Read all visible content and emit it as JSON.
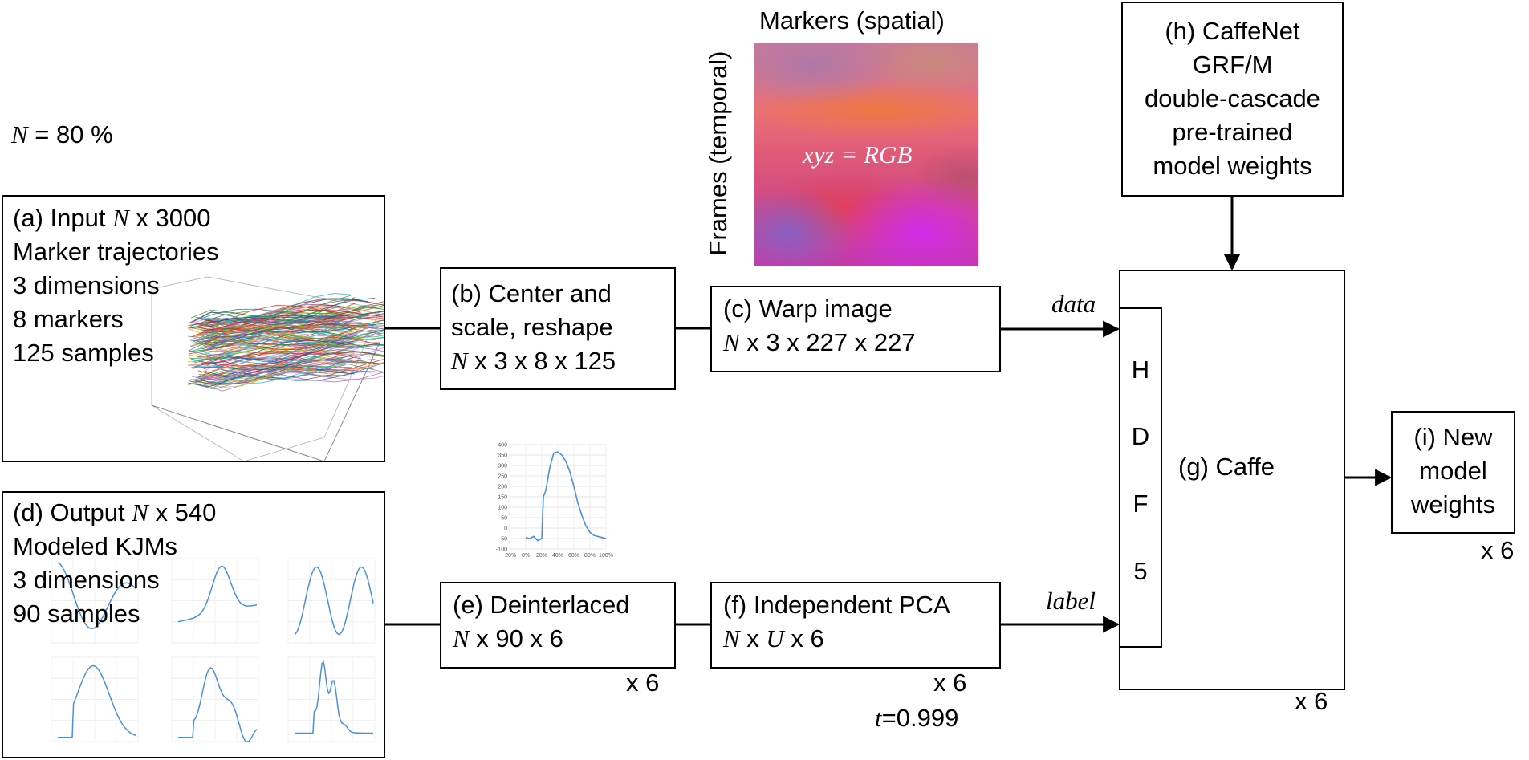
{
  "n_label": {
    "var": "N",
    "rest": " = 80 %"
  },
  "box_a": {
    "title_pre": "(a) Input ",
    "title_var": "N",
    "title_post": " x 3000",
    "lines": [
      "Marker trajectories",
      "3 dimensions",
      "8 markers",
      "125 samples"
    ]
  },
  "box_b": {
    "lines": [
      "(b) Center and",
      "scale, reshape"
    ],
    "dims_var": "N",
    "dims_post": " x 3 x 8 x 125"
  },
  "box_c": {
    "title": "(c) Warp image",
    "dims_var": "N",
    "dims_post": " x 3 x 227 x 227"
  },
  "box_d": {
    "title_pre": "(d) Output ",
    "title_var": "N",
    "title_post": " x 540",
    "lines": [
      "Modeled KJMs",
      "3 dimensions",
      "90 samples"
    ]
  },
  "box_e": {
    "title": "(e) Deinterlaced",
    "dims_var": "N",
    "dims_post": " x 90 x 6",
    "mult": "x 6"
  },
  "box_f": {
    "title": "(f) Independent PCA",
    "dims_var1": "N",
    "dims_mid": " x ",
    "dims_var2": "U",
    "dims_post": " x 6",
    "mult": "x 6",
    "t_var": "t",
    "t_post": "=0.999"
  },
  "box_g": {
    "title": "(g) Caffe",
    "hdf5": [
      "H",
      "D",
      "F",
      "5"
    ],
    "mult": "x 6"
  },
  "box_h": {
    "lines": [
      "(h) CaffeNet",
      "GRF/M",
      "double-cascade",
      "pre-trained",
      "model weights"
    ]
  },
  "box_i": {
    "lines": [
      "(i) New",
      "model",
      "weights"
    ],
    "mult": "x 6"
  },
  "image": {
    "top_label": "Markers (spatial)",
    "side_label": "Frames (temporal)",
    "inner_label": "xyz = RGB"
  },
  "edges": {
    "data": "data",
    "label": "label"
  },
  "mini_chart": {
    "type": "line",
    "x": [
      0,
      5,
      10,
      15,
      20,
      22,
      25,
      30,
      35,
      40,
      45,
      50,
      55,
      60,
      65,
      70,
      75,
      80,
      85,
      90,
      95,
      100
    ],
    "y": [
      -45,
      -50,
      -40,
      -60,
      -50,
      150,
      180,
      290,
      360,
      365,
      350,
      320,
      270,
      200,
      120,
      60,
      10,
      -20,
      -35,
      -40,
      -45,
      -50
    ],
    "xticks": [
      "-20%",
      "0%",
      "20%",
      "40%",
      "60%",
      "80%",
      "100%"
    ],
    "yticks": [
      "400",
      "350",
      "300",
      "250",
      "200",
      "150",
      "100",
      "50",
      "0",
      "-50",
      "-100"
    ],
    "ylim": [
      -100,
      400
    ],
    "color": "#4a90d9"
  },
  "colors": {
    "line": "#000000",
    "series": "#4a90d9"
  }
}
